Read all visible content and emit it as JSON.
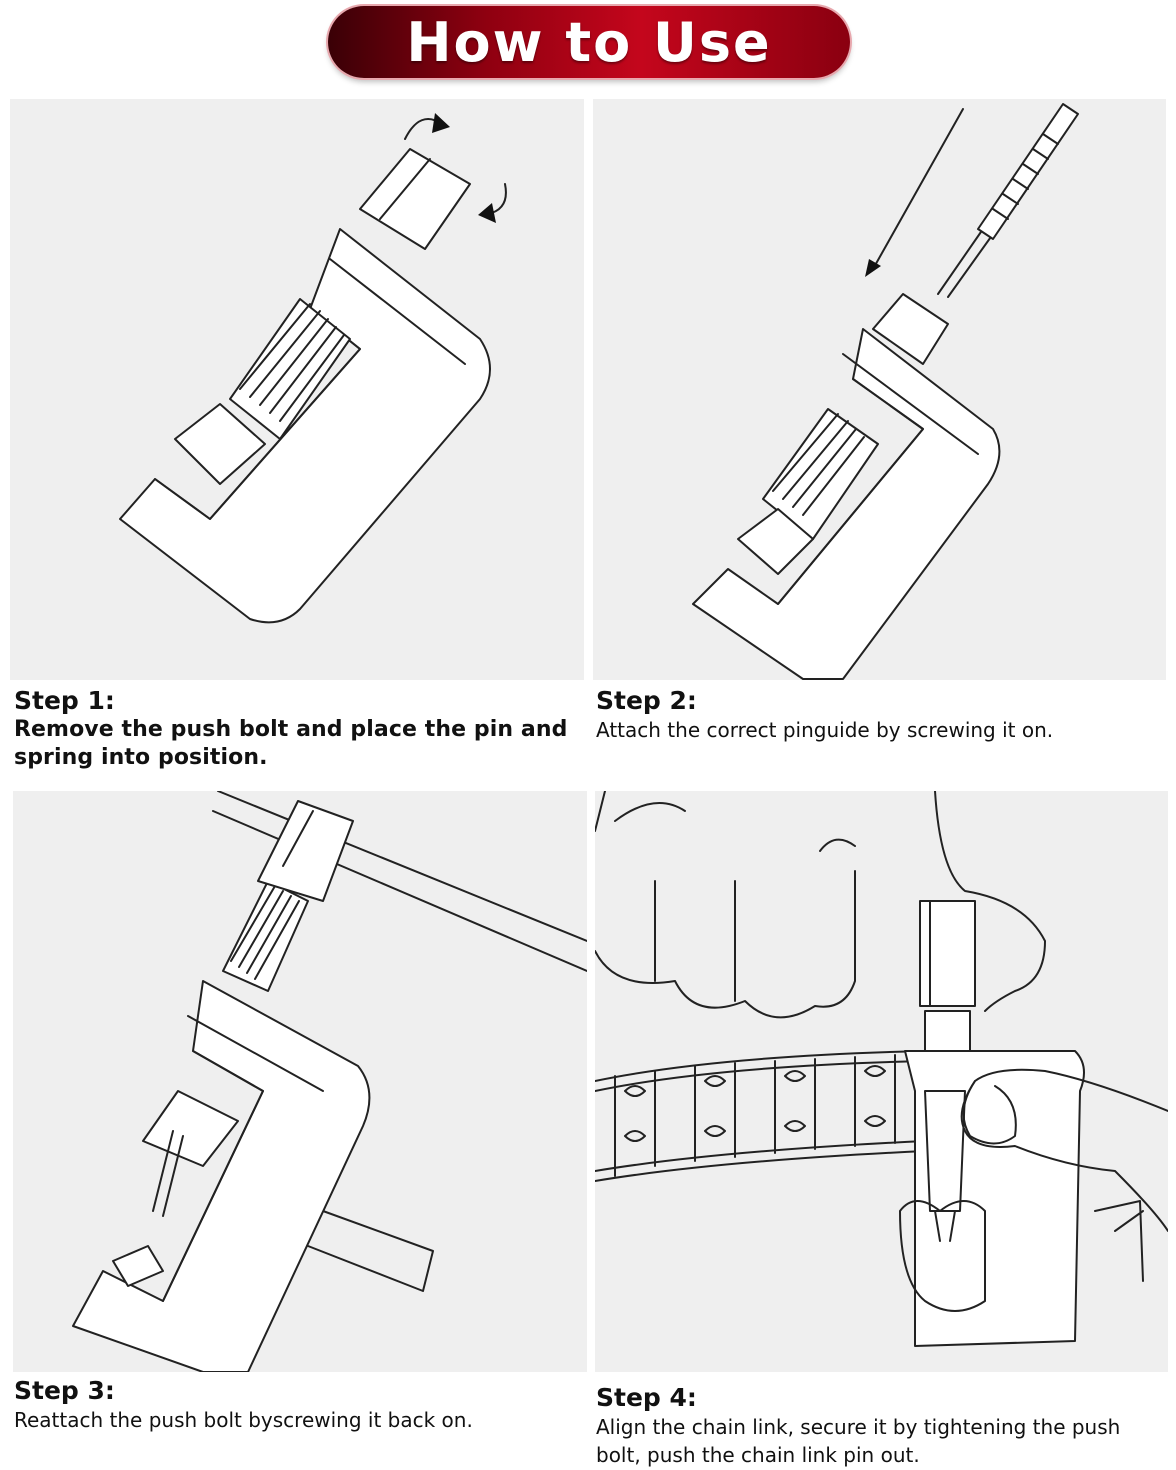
{
  "banner": {
    "title": "How to Use"
  },
  "steps": [
    {
      "title": "Step 1:",
      "text": "Remove the push bolt and place the pin and spring into position."
    },
    {
      "title": "Step 2:",
      "text": "Attach the correct pinguide by screwing it on."
    },
    {
      "title": "Step 3:",
      "text": "Reattach the push bolt byscrewing it back on."
    },
    {
      "title": "Step 4:",
      "text": "Align the chain link, secure it by tightening the push bolt, push the chain link pin out."
    }
  ],
  "colors": {
    "banner_dark": "#3a0006",
    "banner_red": "#c4061c",
    "panel_bg": "#efefef"
  }
}
